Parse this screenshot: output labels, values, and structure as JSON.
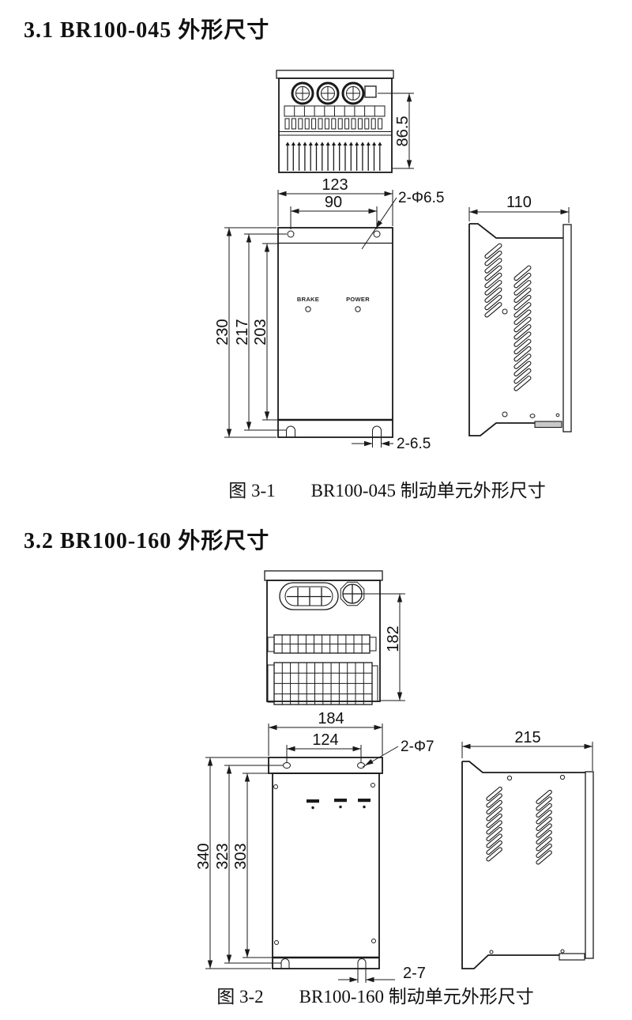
{
  "sections": [
    {
      "heading": "3.1 BR100-045 外形尺寸",
      "figure_label": "图 3-1",
      "figure_title": "BR100-045 制动单元外形尺寸"
    },
    {
      "heading": "3.2 BR100-160 外形尺寸",
      "figure_label": "图 3-2",
      "figure_title": "BR100-160 制动单元外形尺寸"
    }
  ],
  "fig1": {
    "top_view": {
      "height_dim": "86.5"
    },
    "front_view": {
      "width_dim": "123",
      "hole_spacing_dim": "90",
      "hole_callout": "2-Φ6.5",
      "overall_height_dim": "230",
      "hole_height_dim": "217",
      "body_height_dim": "203",
      "slot_callout": "2-6.5",
      "indicators": [
        "BRAKE",
        "POWER"
      ]
    },
    "side_view": {
      "depth_dim": "110"
    }
  },
  "fig2": {
    "top_view": {
      "height_dim": "182"
    },
    "front_view": {
      "width_dim": "184",
      "hole_spacing_dim": "124",
      "hole_callout": "2-Φ7",
      "overall_height_dim": "340",
      "hole_height_dim": "323",
      "body_height_dim": "303",
      "slot_callout": "2-7"
    },
    "side_view": {
      "depth_dim": "215"
    }
  },
  "colors": {
    "line": "#1a1a1a",
    "text": "#111111",
    "background": "#ffffff"
  }
}
